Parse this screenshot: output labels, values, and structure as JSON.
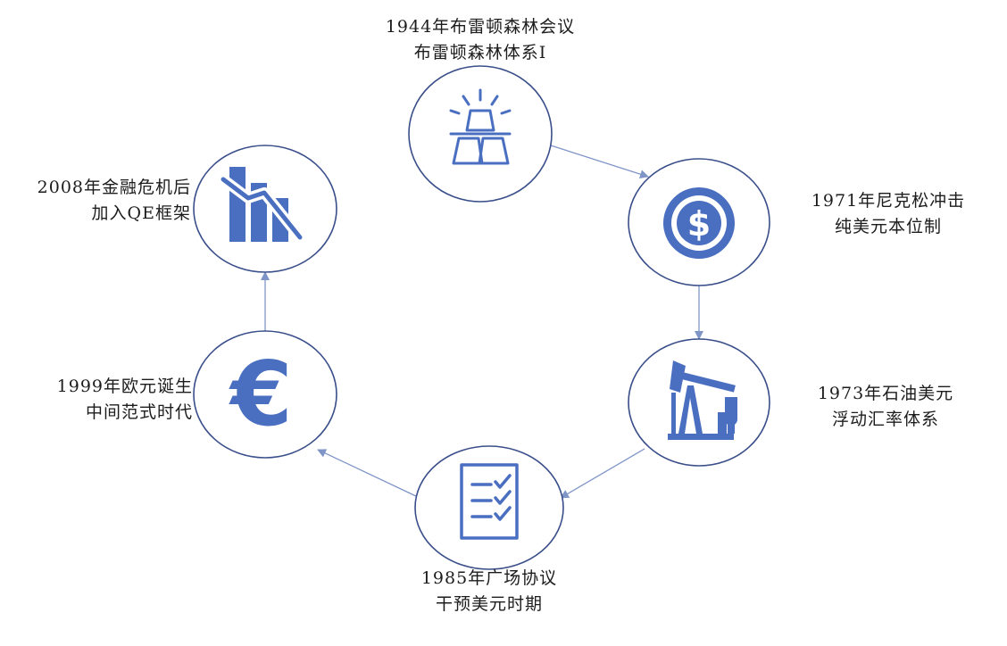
{
  "colors": {
    "icon": "#4a6fc1",
    "circle_stroke": "#3a4f8a",
    "arrow": "#7f95c8"
  },
  "nodes": [
    {
      "id": "bretton-woods",
      "icon": "gold-bars-icon",
      "lines": [
        "1944年布雷顿森林会议",
        "布雷顿森林体系I"
      ]
    },
    {
      "id": "nixon",
      "icon": "dollar-coin-icon",
      "lines": [
        "1971年尼克松冲击",
        "纯美元本位制"
      ]
    },
    {
      "id": "oil",
      "icon": "oil-pump-icon",
      "lines": [
        "1973年石油美元",
        "浮动汇率体系"
      ]
    },
    {
      "id": "plaza",
      "icon": "checklist-icon",
      "lines": [
        "1985年广场协议",
        "干预美元时期"
      ]
    },
    {
      "id": "euro",
      "icon": "euro-icon",
      "lines": [
        "1999年欧元诞生",
        "中间范式时代"
      ]
    },
    {
      "id": "qe",
      "icon": "declining-chart-icon",
      "lines": [
        "2008年金融危机后",
        "加入QE框架"
      ]
    }
  ]
}
